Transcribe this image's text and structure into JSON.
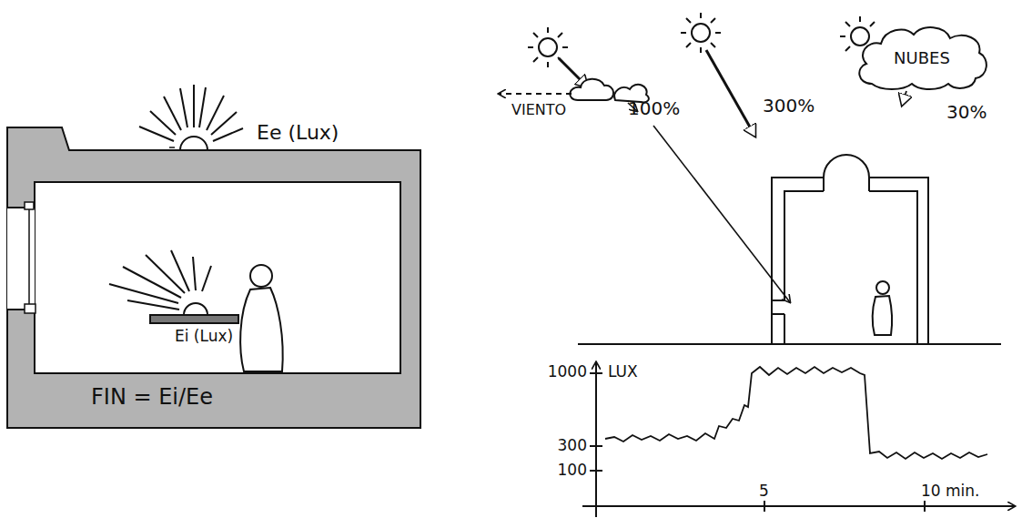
{
  "diagram": {
    "nodes": [
      {
        "text": [
          "NUBES"
        ]
      }
    ],
    "labels": [
      "Ee (Lux)",
      "Ei (Lux)",
      "FIN = Ei/Ee",
      "VIENTO",
      "100%",
      "300%",
      "30%",
      "1000",
      "LUX",
      "300",
      "100",
      "5",
      "10 min."
    ]
  }
}
